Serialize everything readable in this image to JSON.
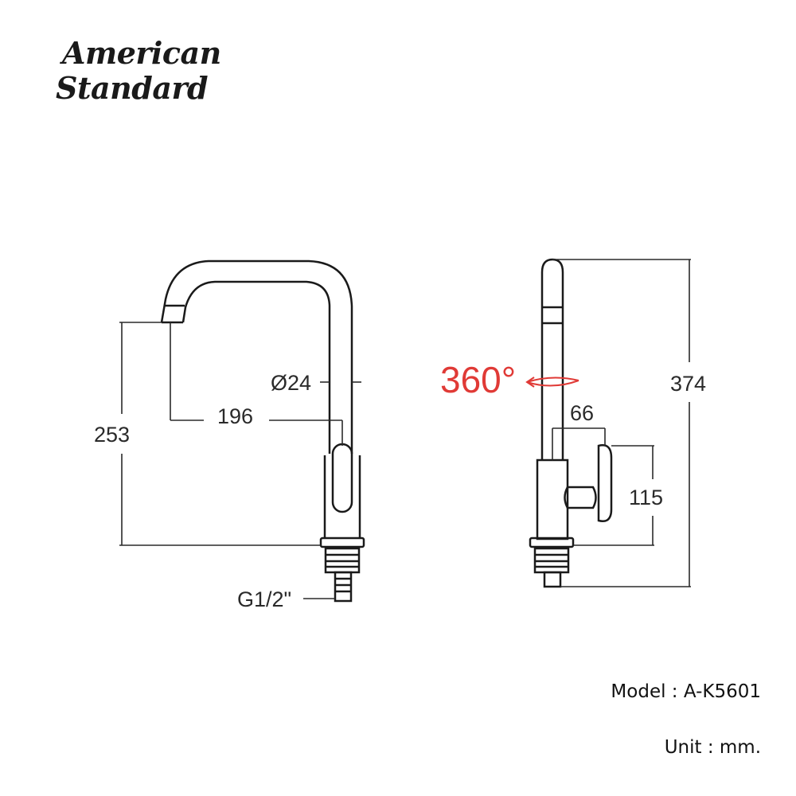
{
  "brand": {
    "line1": "American",
    "line2": "Standard"
  },
  "front_view": {
    "height_label": "253",
    "reach_label": "196",
    "diameter_label": "Ø24",
    "thread_label": "G1/2\""
  },
  "side_view": {
    "rotation_label": "360°",
    "total_height_label": "374",
    "handle_offset_label": "66",
    "handle_height_label": "115"
  },
  "info": {
    "model": "Model : A-K5601",
    "unit": "Unit : mm."
  },
  "colors": {
    "line": "#1a1a1a",
    "dimension": "#2a2a2a",
    "accent": "#e03a36"
  }
}
